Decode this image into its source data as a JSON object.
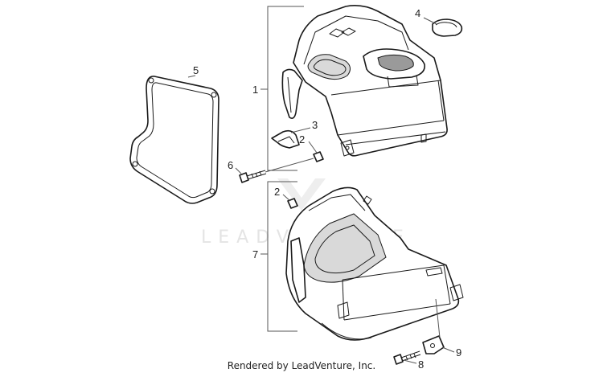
{
  "watermark": "LEADVENTURE",
  "footer": "Rendered by LeadVenture, Inc.",
  "callouts": {
    "c1": "1",
    "c2a": "2",
    "c2b": "2",
    "c3": "3",
    "c4": "4",
    "c5": "5",
    "c6": "6",
    "c7": "7",
    "c8": "8",
    "c9": "9"
  }
}
